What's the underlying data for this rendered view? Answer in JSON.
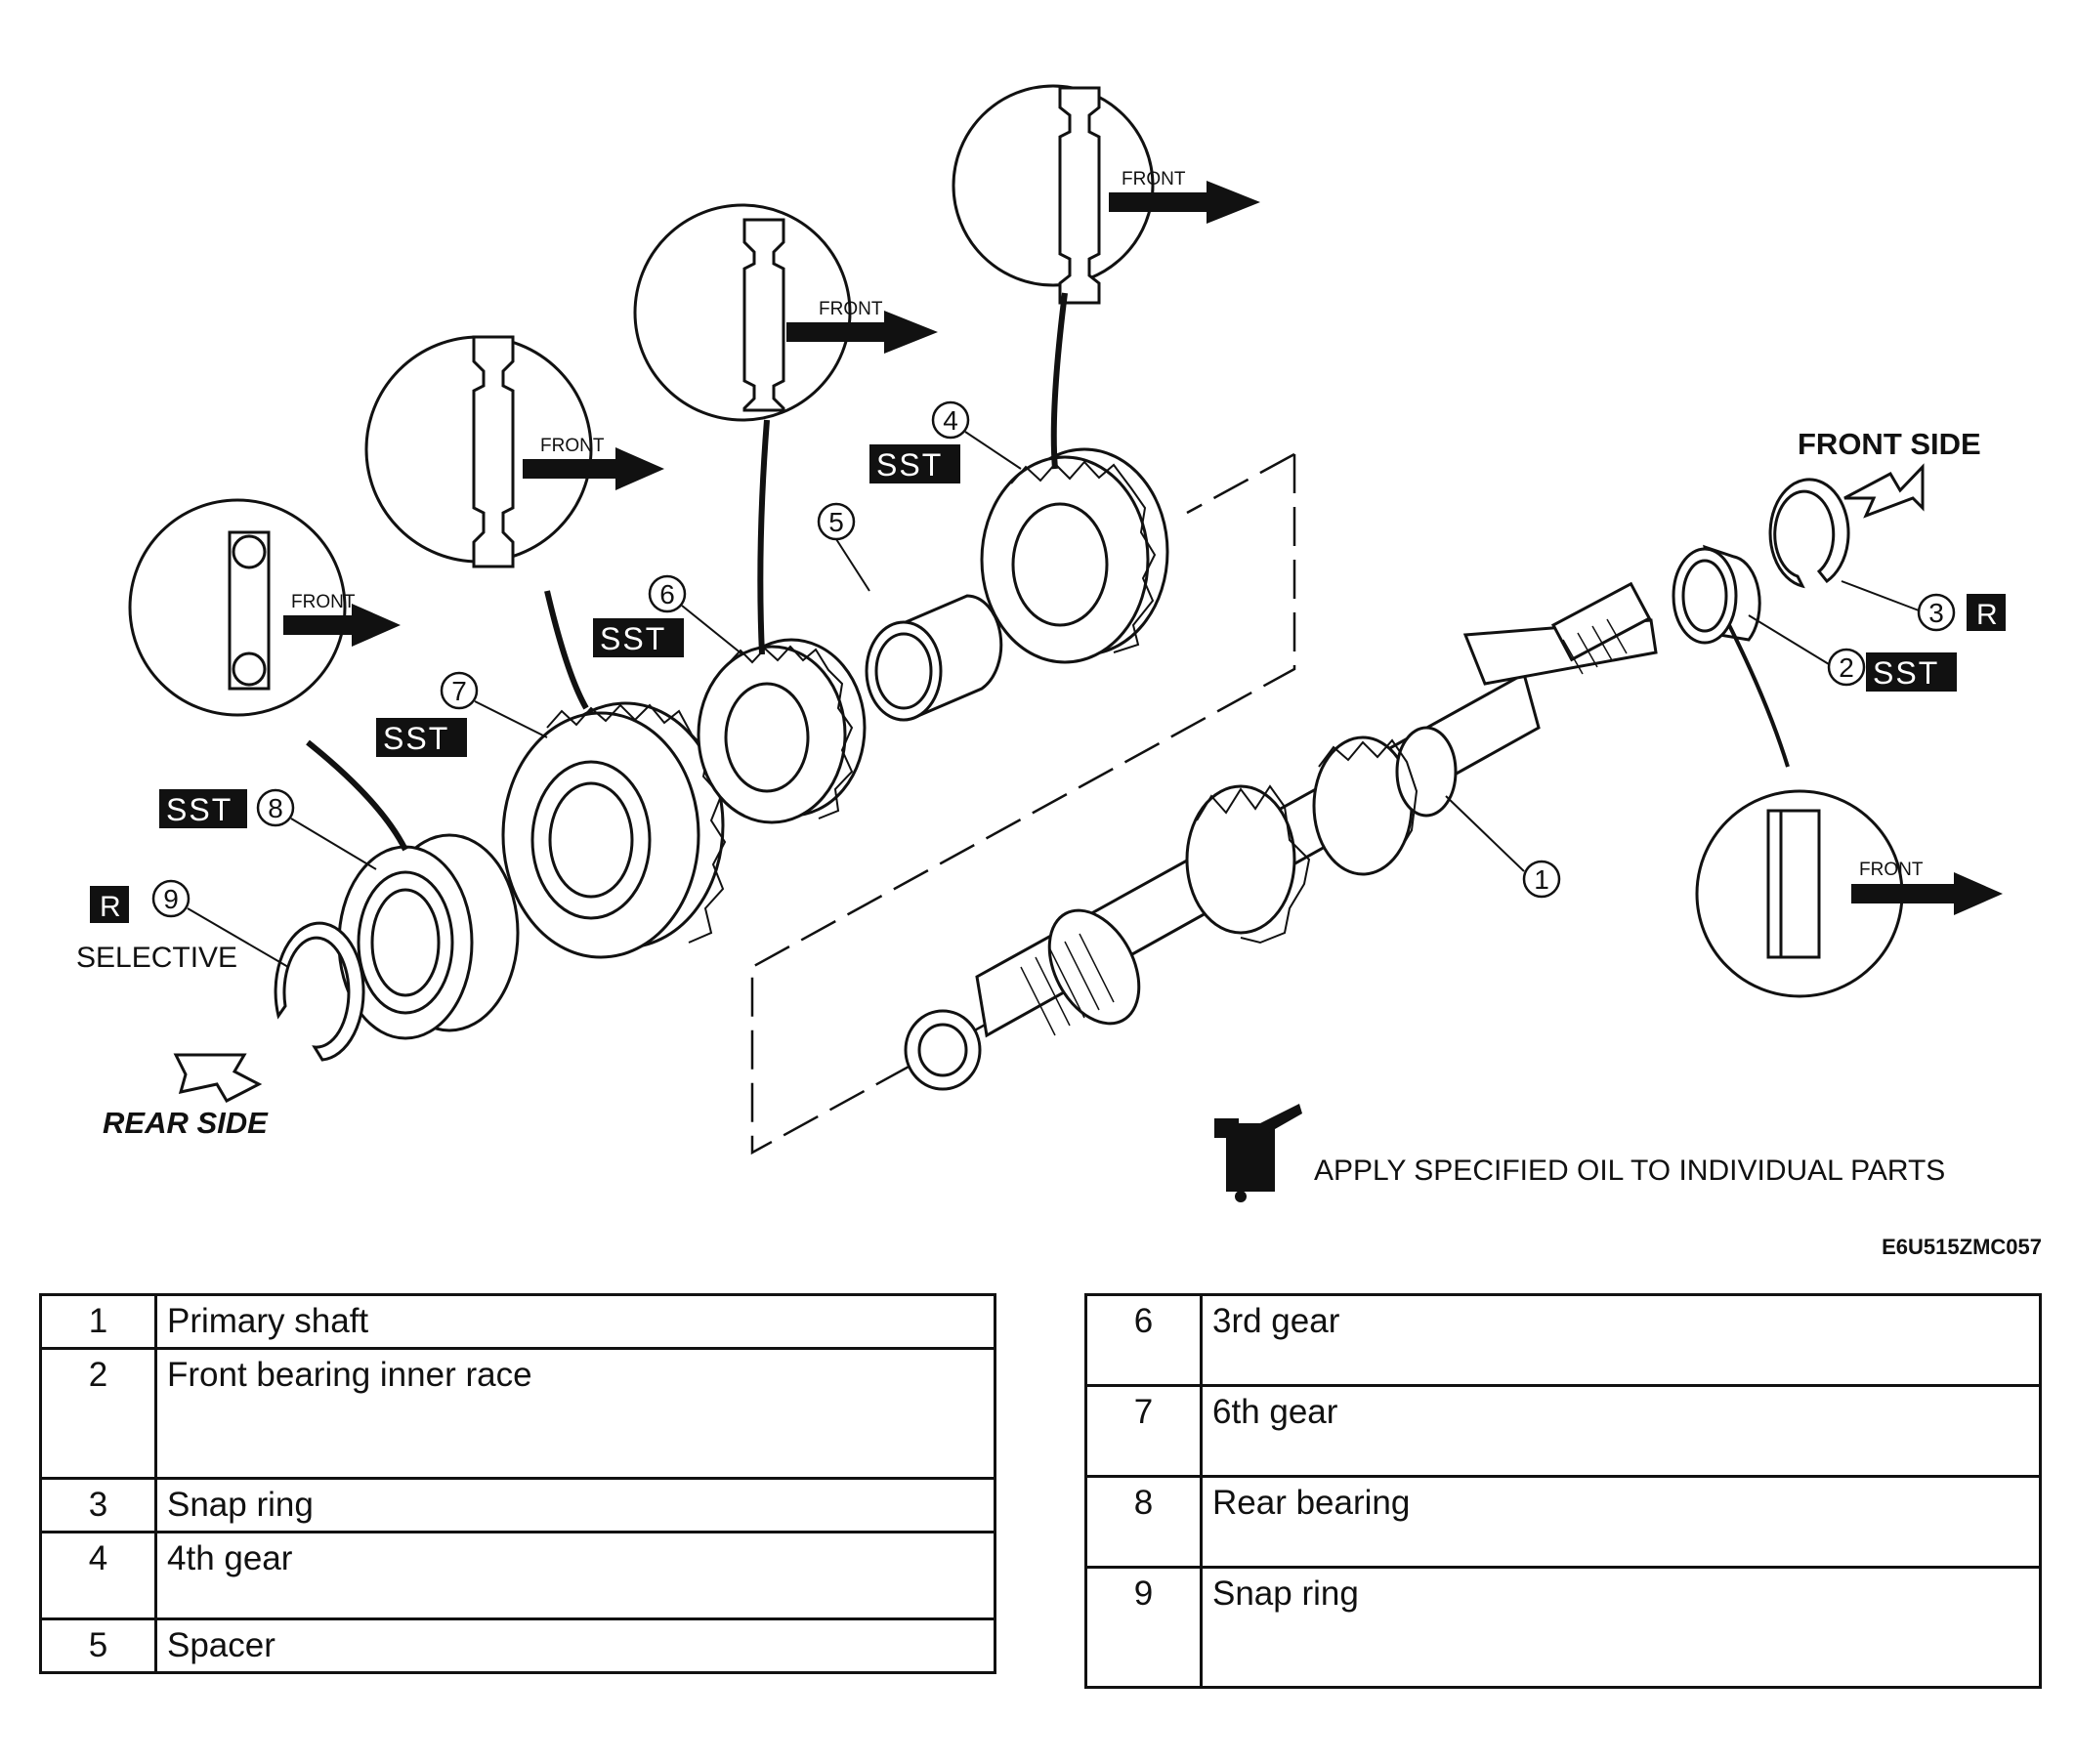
{
  "callouts": {
    "front": "FRONT",
    "sst": "SST",
    "r": "R",
    "n1": "1",
    "n2": "2",
    "n3": "3",
    "n4": "4",
    "n5": "5",
    "n6": "6",
    "n7": "7",
    "n8": "8",
    "n9": "9",
    "selective": "SELECTIVE",
    "front_side": "FRONT SIDE",
    "rear_side": "REAR SIDE",
    "oil_note": "APPLY SPECIFIED OIL TO INDIVIDUAL PARTS",
    "figure_code": "E6U515ZMC057",
    "oil_can_icon": "oil-can-icon"
  },
  "legend_left": [
    {
      "num": "1",
      "name": "Primary shaft"
    },
    {
      "num": "2",
      "name": "Front bearing inner race"
    },
    {
      "num": "3",
      "name": "Snap ring"
    },
    {
      "num": "4",
      "name": "4th gear"
    },
    {
      "num": "5",
      "name": "Spacer"
    }
  ],
  "legend_right": [
    {
      "num": "6",
      "name": "3rd gear"
    },
    {
      "num": "7",
      "name": "6th gear"
    },
    {
      "num": "8",
      "name": "Rear bearing"
    },
    {
      "num": "9",
      "name": "Snap ring"
    }
  ],
  "colors": {
    "ink": "#111111",
    "paper": "#ffffff"
  }
}
